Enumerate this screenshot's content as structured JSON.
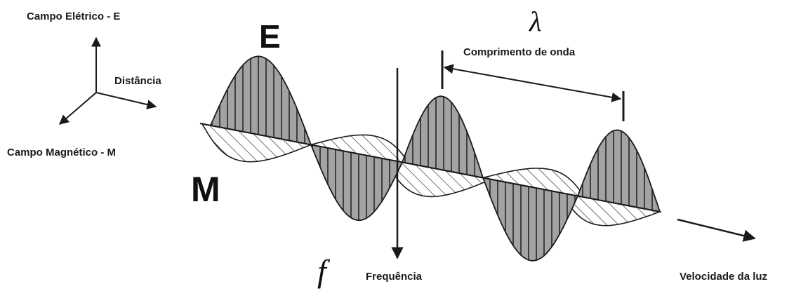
{
  "axes_legend": {
    "electric": "Campo Elétrico - E",
    "distance": "Distância",
    "magnetic": "Campo Magnético - M"
  },
  "wave": {
    "electric_letter": "E",
    "magnetic_letter": "M"
  },
  "wavelength": {
    "symbol": "λ",
    "label": "Comprimento de onda"
  },
  "frequency": {
    "symbol": "f",
    "label": "Frequência"
  },
  "speed": {
    "label": "Velocidade da luz"
  },
  "colors": {
    "electric_fill": "#9a9a9a",
    "ink": "#1a1a1a"
  }
}
